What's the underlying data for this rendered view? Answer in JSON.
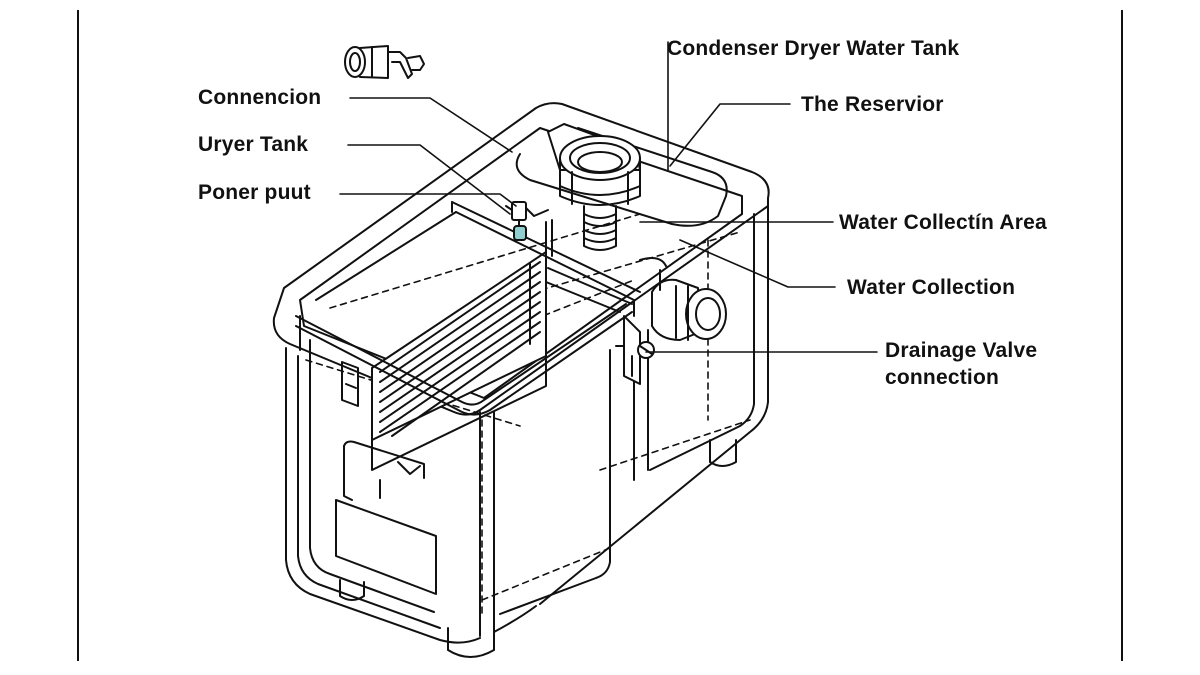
{
  "labels": {
    "condenser_dryer_water_tank": "Condenser Dryer Water Tank",
    "the_reservoir": "The Reservior",
    "water_collection_area": "Water Collectín Area",
    "water_collection": "Water Collection",
    "drainage_valve_line1": "Drainage Valve",
    "drainage_valve_line2": "connection",
    "connection": "Connencion",
    "dryer_tank": "Uryer Tank",
    "power_input": "Poner puut"
  },
  "colors": {
    "line": "#111111",
    "fill": "#ffffff",
    "accent": "#8fd0cf"
  }
}
